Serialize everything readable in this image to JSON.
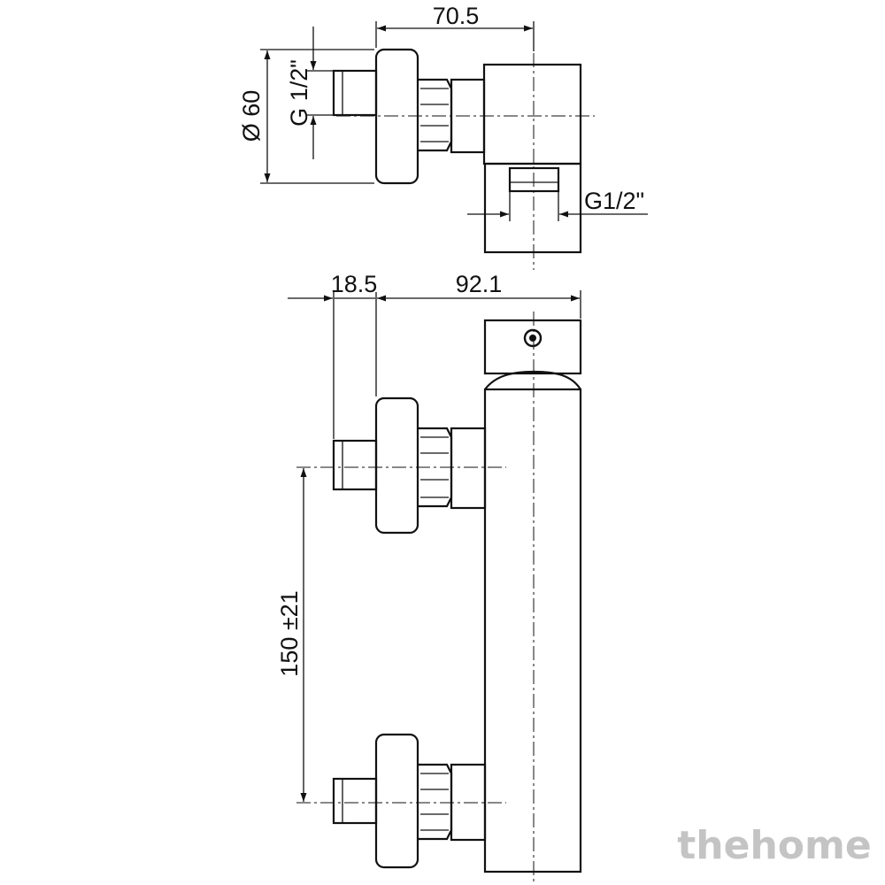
{
  "dimensions": {
    "top_width": "70.5",
    "diameter": "Ø 60",
    "thread_inlet": "G 1/2\"",
    "thread_outlet": "G1/2\"",
    "handle_offset": "18.5",
    "overall_depth": "92.1",
    "inlet_spacing": "150 ±21"
  },
  "watermark": "thehome",
  "colors": {
    "line": "#111111",
    "watermark": "#c4c4c4",
    "background": "#ffffff"
  }
}
